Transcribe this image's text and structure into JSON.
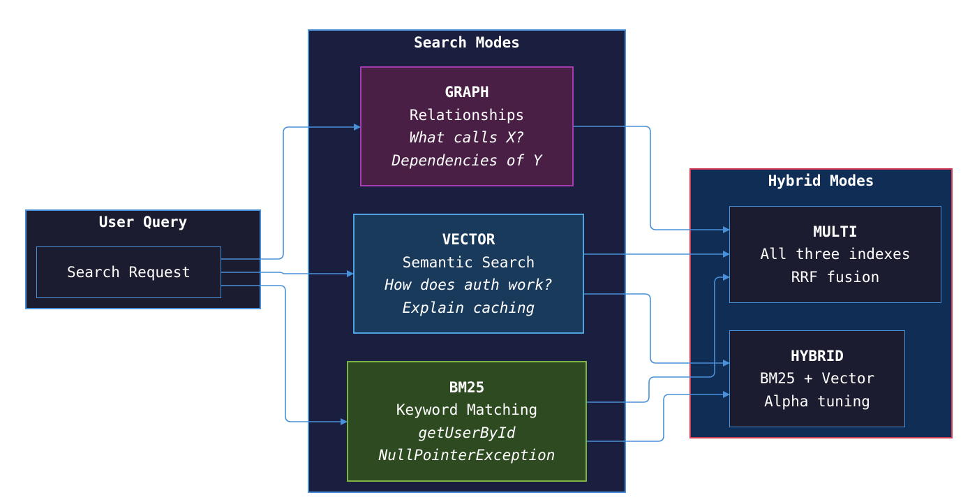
{
  "colors": {
    "background": "#ffffff",
    "edge": "#4a90d9",
    "cluster_fill": "#1a1f3f",
    "cluster_border": "#4a90d9",
    "hybrid_cluster_fill": "#0f2d55",
    "hybrid_cluster_border": "#d23a52",
    "user_query_fill": "#1c1c30",
    "graph_fill": "#4a1f45",
    "graph_border": "#a43bb0",
    "vector_fill": "#1a3a5c",
    "vector_border": "#4ea3e0",
    "bm25_fill": "#2e4a20",
    "bm25_border": "#7cb342",
    "result_fill": "#1c1c30",
    "result_border": "#4a90d9"
  },
  "user_query": {
    "title": "User Query",
    "node": "Search Request"
  },
  "search_modes": {
    "title": "Search Modes",
    "graph": {
      "title": "GRAPH",
      "subtitle": "Relationships",
      "example1": "What calls X?",
      "example2": "Dependencies of Y"
    },
    "vector": {
      "title": "VECTOR",
      "subtitle": "Semantic Search",
      "example1": "How does auth work?",
      "example2": "Explain caching"
    },
    "bm25": {
      "title": "BM25",
      "subtitle": "Keyword Matching",
      "example1": "getUserById",
      "example2": "NullPointerException"
    }
  },
  "hybrid_modes": {
    "title": "Hybrid Modes",
    "multi": {
      "title": "MULTI",
      "line1": "All three indexes",
      "line2": "RRF fusion"
    },
    "hybrid": {
      "title": "HYBRID",
      "line1": "BM25 + Vector",
      "line2": "Alpha tuning"
    }
  },
  "edges": [
    {
      "from": "Search Request",
      "to": "GRAPH"
    },
    {
      "from": "Search Request",
      "to": "VECTOR"
    },
    {
      "from": "Search Request",
      "to": "BM25"
    },
    {
      "from": "GRAPH",
      "to": "MULTI"
    },
    {
      "from": "VECTOR",
      "to": "MULTI"
    },
    {
      "from": "BM25",
      "to": "MULTI"
    },
    {
      "from": "VECTOR",
      "to": "HYBRID"
    },
    {
      "from": "BM25",
      "to": "HYBRID"
    }
  ]
}
